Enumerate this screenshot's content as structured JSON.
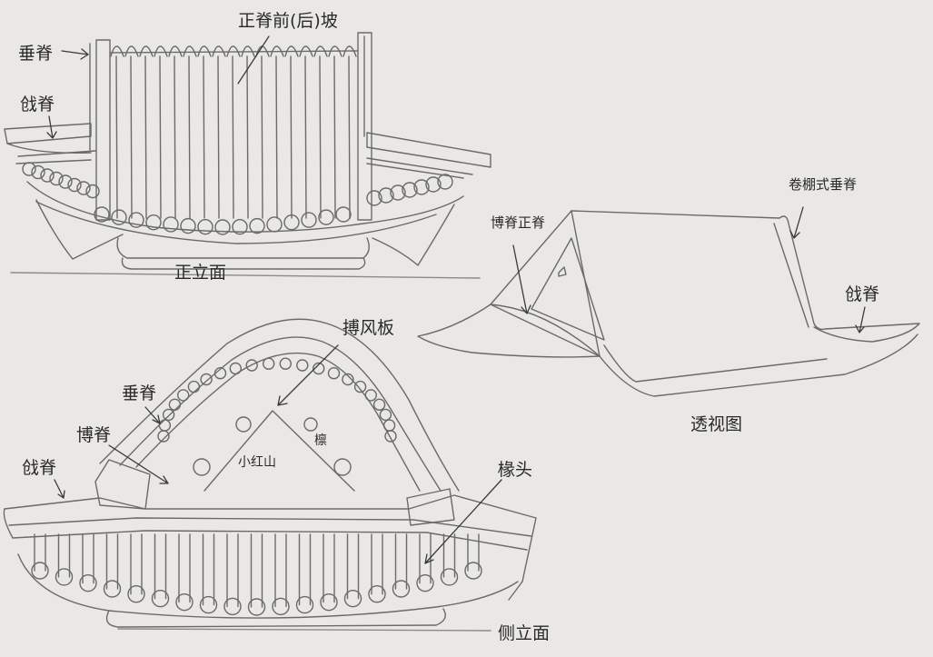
{
  "labels": {
    "front_title": "正立面",
    "front_main_ridge": "正脊前(后)坡",
    "front_vertical_ridge": "垂脊",
    "front_corner_ridge": "戗脊",
    "persp_title": "透视图",
    "persp_gable_ridge": "博脊正脊",
    "persp_rolled_ridge": "卷棚式垂脊",
    "persp_corner_ridge": "戗脊",
    "side_title": "侧立面",
    "side_bargeboard": "搏风板",
    "side_vertical_ridge": "垂脊",
    "side_gable_ridge": "博脊",
    "side_corner_ridge": "戗脊",
    "side_small_gable": "小红山",
    "side_purlin": "檩",
    "side_rafter_end": "椽头"
  },
  "colors": {
    "paper": "#e9e8e4",
    "pencil": "#6a6a6a",
    "ink": "#2a2a2a"
  }
}
